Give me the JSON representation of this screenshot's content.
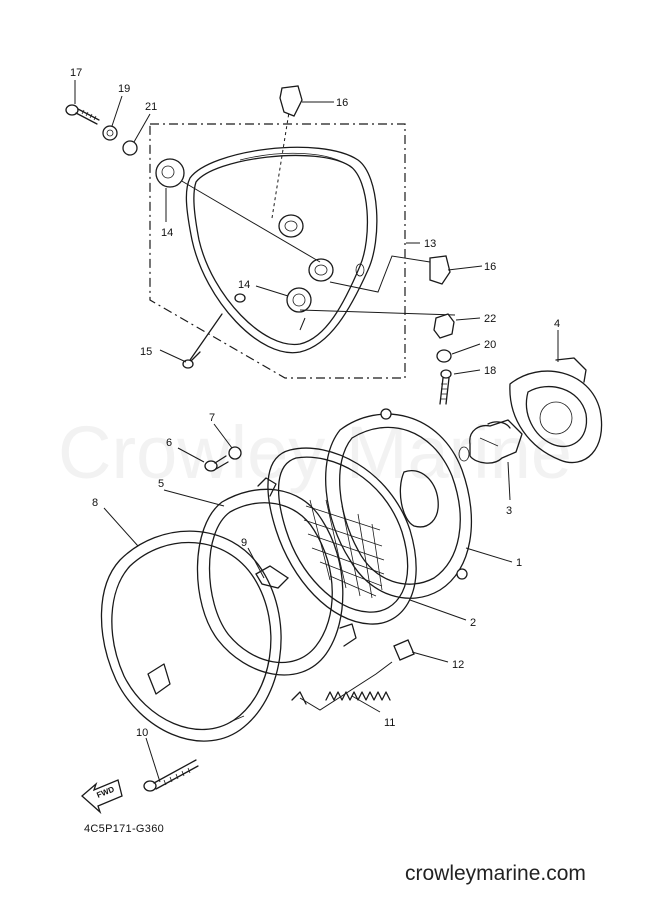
{
  "diagram": {
    "code": "4C5P171-G360",
    "watermark": "Crowley Marine",
    "site": "crowleymarine.com",
    "fwd_label": "FWD",
    "callouts": {
      "c1": "1",
      "c2": "2",
      "c3": "3",
      "c4": "4",
      "c5": "5",
      "c6": "6",
      "c7": "7",
      "c8": "8",
      "c9": "9",
      "c10": "10",
      "c11": "11",
      "c12": "12",
      "c13": "13",
      "c14a": "14",
      "c14b": "14",
      "c15": "15",
      "c16a": "16",
      "c16b": "16",
      "c17": "17",
      "c18": "18",
      "c19": "19",
      "c20": "20",
      "c21": "21",
      "c22": "22"
    }
  }
}
